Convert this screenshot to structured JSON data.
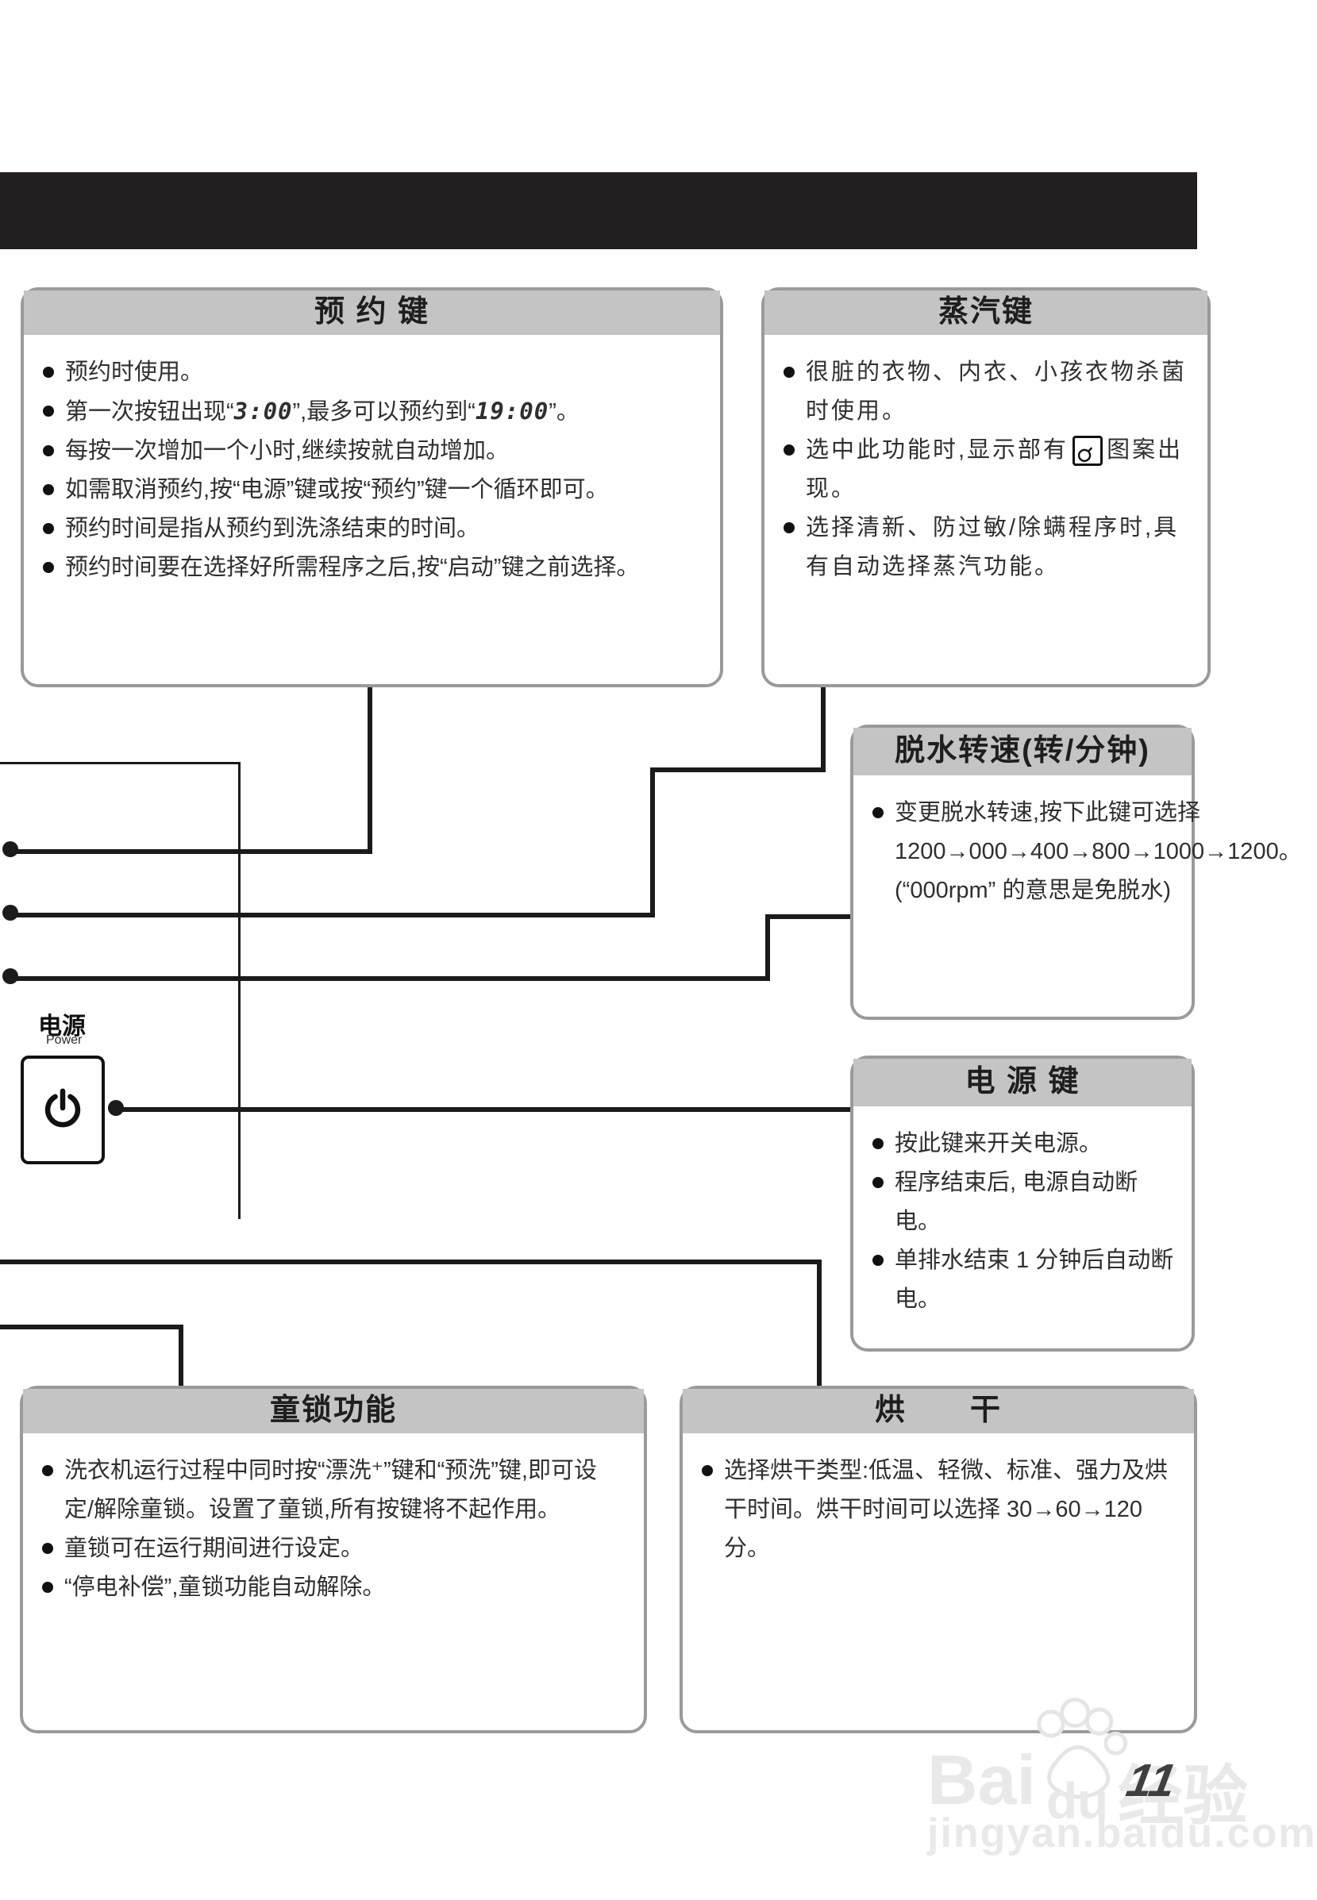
{
  "page": {
    "number": "11"
  },
  "colors": {
    "header_bar": "#231f20",
    "panel_title_bg": "#c4c4c4",
    "panel_border": "#9a9a9a",
    "connector_line": "#1b1b1b",
    "body_text": "#2f2f2f",
    "watermark": "#e9e9e9"
  },
  "icons": {
    "power_button": "power-icon",
    "steam_display": "steam-icon",
    "baidu_paw": "paw-icon",
    "bullet": "bullet-dot"
  },
  "power_control": {
    "label_cn": "电源",
    "label_en": "Power"
  },
  "boxes": {
    "reserve": {
      "title": "预 约 键",
      "item1": "预约时使用。",
      "item2_pre": "第一次按钮出现“",
      "item2_time1": "3:00",
      "item2_mid": "”,最多可以预约到“",
      "item2_time2": "19:00",
      "item2_post": "”。",
      "item3": "每按一次增加一个小时,继续按就自动增加。",
      "item4": "如需取消预约,按“电源”键或按“预约”键一个循环即可。",
      "item5": "预约时间是指从预约到洗涤结束的时间。",
      "item6": "预约时间要在选择好所需程序之后,按“启动”键之前选择。"
    },
    "steam": {
      "title": "蒸汽键",
      "item1": "很脏的衣物、内衣、小孩衣物杀菌时使用。",
      "item2_pre": "选中此功能时,显示部有",
      "item2_post": "图案出现。",
      "item3": "选择清新、防过敏/除螨程序时,具有自动选择蒸汽功能。"
    },
    "spin": {
      "title": "脱水转速(转/分钟)",
      "item1": "变更脱水转速,按下此键可选择 1200→000→400→800→1000→1200。(“000rpm” 的意思是免脱水)"
    },
    "power": {
      "title": "电 源 键",
      "item1": "按此键来开关电源。",
      "item2": "程序结束后, 电源自动断电。",
      "item3": "单排水结束 1 分钟后自动断电。"
    },
    "childlock": {
      "title": "童锁功能",
      "item1": "洗衣机运行过程中同时按“漂洗⁺”键和“预洗”键,即可设定/解除童锁。设置了童锁,所有按键将不起作用。",
      "item2": "童锁可在运行期间进行设定。",
      "item3": "“停电补偿”,童锁功能自动解除。"
    },
    "dry": {
      "title": "烘　　干",
      "item1": "选择烘干类型:低温、轻微、标准、强力及烘干时间。烘干时间可以选择 30→60→120分。"
    }
  },
  "watermark": {
    "bai": "Bai",
    "du": "du",
    "suffix": "经验",
    "url": "jingyan.baidu.com"
  }
}
